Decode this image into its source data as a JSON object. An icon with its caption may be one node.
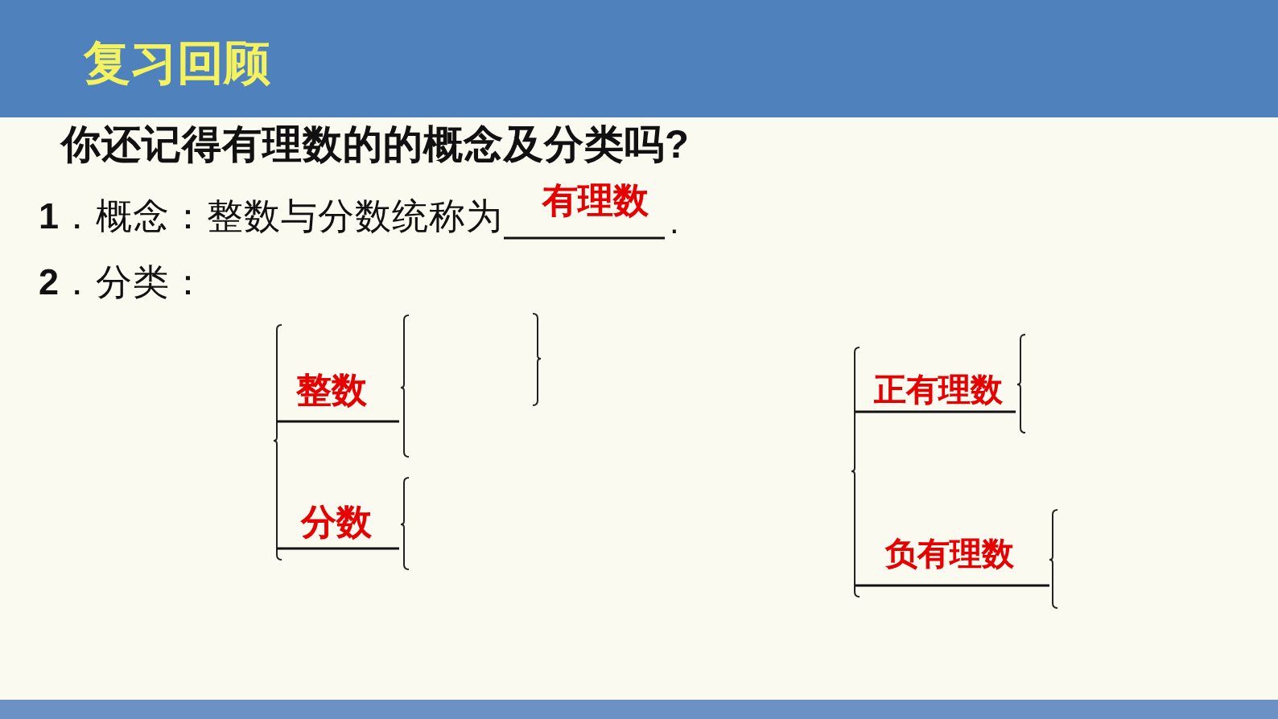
{
  "diagram": {
    "title": "复习回顾",
    "labels": [
      "你还记得有理数的的概念及分类吗?",
      "**1**．概念：整数与分数统称为",
      "有理数",
      ".",
      "**2**．分类：",
      "整数",
      "正有理数",
      "分数",
      "负有理数"
    ]
  }
}
